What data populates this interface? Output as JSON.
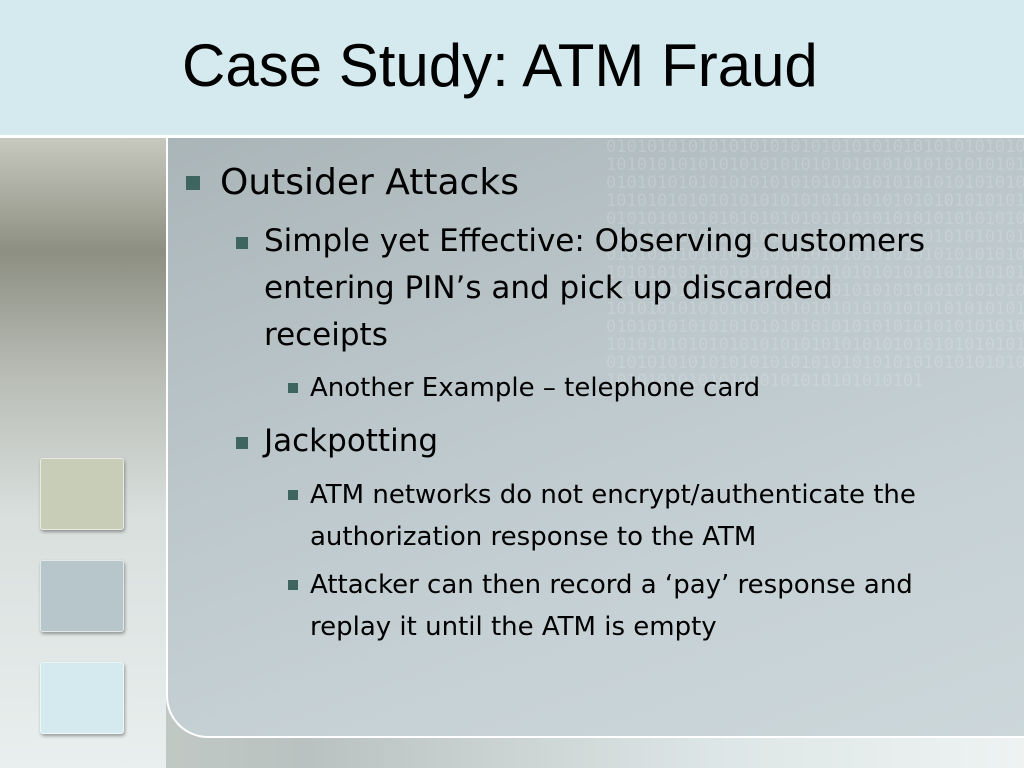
{
  "slide": {
    "title": "Case Study: ATM Fraud",
    "bullets": [
      {
        "level": 1,
        "text": "Outsider Attacks"
      },
      {
        "level": 2,
        "text": "Simple yet Effective: Observing customers entering PIN’s and pick up discarded receipts"
      },
      {
        "level": 3,
        "text": "Another Example – telephone card"
      },
      {
        "level": 2,
        "text": "Jackpotting"
      },
      {
        "level": 3,
        "text": "ATM networks do not encrypt/authenticate the authorization response to the ATM"
      },
      {
        "level": 3,
        "text": "Attacker can then record a ‘pay’ response and replay it until the ATM is empty"
      }
    ]
  },
  "colors": {
    "title_bar": "#d4eaee",
    "bullet_marker": "#3f6560",
    "swatch_1": "#c8cdb8",
    "swatch_2": "#b7c6cb",
    "swatch_3": "#d4eaee"
  }
}
